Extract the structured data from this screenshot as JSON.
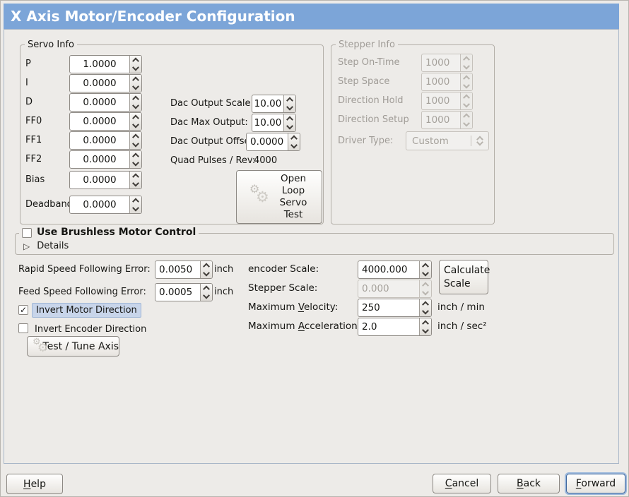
{
  "window": {
    "title": "X Axis Motor/Encoder Configuration"
  },
  "colors": {
    "banner_blue": "#7CA5D8",
    "selection_blue": "#C8D5EA",
    "focus_blue": "#41699E",
    "window_bg": "#EDEBE8"
  },
  "icons": {
    "check": "✓",
    "expander": "▷",
    "gear": "⚙"
  },
  "servo_info": {
    "title": "Servo Info",
    "rows": [
      {
        "label": "P",
        "value": "1.0000"
      },
      {
        "label": "I",
        "value": "0.0000"
      },
      {
        "label": "D",
        "value": "0.0000"
      },
      {
        "label": "FF0",
        "value": "0.0000"
      },
      {
        "label": "FF1",
        "value": "0.0000"
      },
      {
        "label": "FF2",
        "value": "0.0000"
      },
      {
        "label": "Bias",
        "value": "0.0000"
      },
      {
        "label": "Deadband",
        "value": "0.0000"
      }
    ],
    "dac": [
      {
        "label": "Dac Output Scale:",
        "value": "10.00"
      },
      {
        "label": "Dac Max Output:",
        "value": "10.00"
      },
      {
        "label": "Dac Output Offset:",
        "value": "0.0000"
      }
    ],
    "quad_label": "Quad Pulses / Rev:",
    "quad_value": "4000",
    "open_loop_button": "Open Loop Servo Test"
  },
  "stepper_info": {
    "title": "Stepper Info",
    "rows": [
      {
        "label": "Step On-Time",
        "value": "1000"
      },
      {
        "label": "Step Space",
        "value": "1000"
      },
      {
        "label": "Direction Hold",
        "value": "1000"
      },
      {
        "label": "Direction Setup",
        "value": "1000"
      }
    ],
    "driver_type_label": "Driver Type:",
    "driver_type_value": "Custom"
  },
  "brushless": {
    "label": "Use Brushless Motor Control",
    "details_label": "Details"
  },
  "following_error": {
    "rapid_label": "Rapid Speed Following Error:",
    "rapid_value": "0.0050",
    "rapid_unit": "inch",
    "feed_label": "Feed Speed Following Error:",
    "feed_value": "0.0005",
    "feed_unit": "inch"
  },
  "scale": {
    "encoder_label": "encoder Scale:",
    "encoder_value": "4000.000",
    "calculate_button": "Calculate Scale",
    "stepper_label": "Stepper Scale:",
    "stepper_value": "0.000",
    "velocity": {
      "pre": "Maximum ",
      "mn": "V",
      "post": "elocity:"
    },
    "velocity_value": "250",
    "velocity_unit": "inch / min",
    "acceleration": {
      "pre": "Maximum ",
      "mn": "A",
      "post": "cceleration:"
    },
    "acceleration_value": "2.0",
    "acceleration_unit": "inch / sec²"
  },
  "toggles": {
    "invert_motor_label": "Invert Motor Direction",
    "invert_encoder_label": "Invert Encoder Direction",
    "test_tune_button": "Test / Tune Axis"
  },
  "footer": {
    "help": {
      "mn": "H",
      "post": "elp"
    },
    "cancel": {
      "mn": "C",
      "post": "ancel"
    },
    "back": {
      "mn": "B",
      "post": "ack"
    },
    "forward": {
      "mn": "F",
      "post": "orward"
    }
  }
}
